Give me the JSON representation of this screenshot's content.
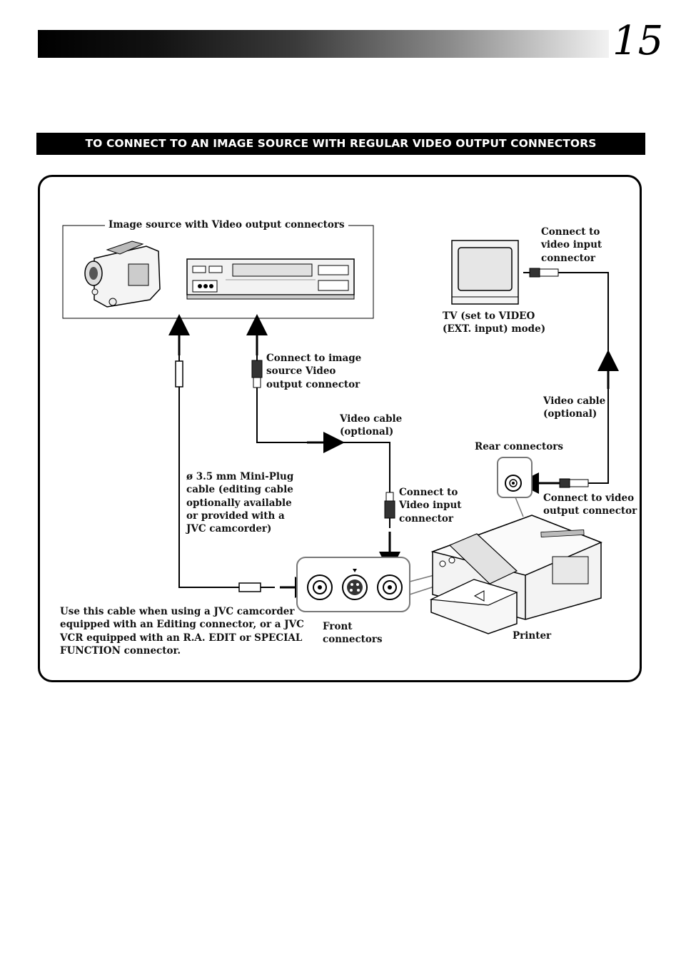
{
  "page": {
    "number": "15"
  },
  "section": {
    "title": "TO CONNECT TO AN IMAGE SOURCE WITH REGULAR VIDEO OUTPUT CONNECTORS"
  },
  "diagram": {
    "image_source_label": "Image source with Video output connectors",
    "tv": {
      "connect_label": "Connect to\nvideo input\nconnector",
      "mode_label": "TV (set to VIDEO\n(EXT. input) mode)"
    },
    "connect_image_source_label": "Connect to image\nsource Video\noutput connector",
    "video_cable_left": "Video cable\n(optional)",
    "video_cable_right": "Video cable\n(optional)",
    "rear_connectors_label": "Rear connectors",
    "connect_video_output_label": "Connect to video\noutput connector",
    "mini_plug_label": "ø 3.5 mm Mini-Plug\ncable (editing cable\noptionally available\nor provided with a\nJVC camcorder)",
    "connect_video_input_label": "Connect to\nVideo input\nconnector",
    "cable_note": "Use this cable when using a JVC camcorder\nequipped with an Editing connector, or a JVC\nVCR equipped with an R.A. EDIT or SPECIAL\nFUNCTION connector.",
    "front_connectors_label": "Front\nconnectors",
    "printer_label": "Printer",
    "icons": [
      "camcorder-icon",
      "vcr-icon",
      "tv-icon",
      "printer-icon",
      "rca-jack-icon",
      "s-video-jack-icon"
    ]
  }
}
